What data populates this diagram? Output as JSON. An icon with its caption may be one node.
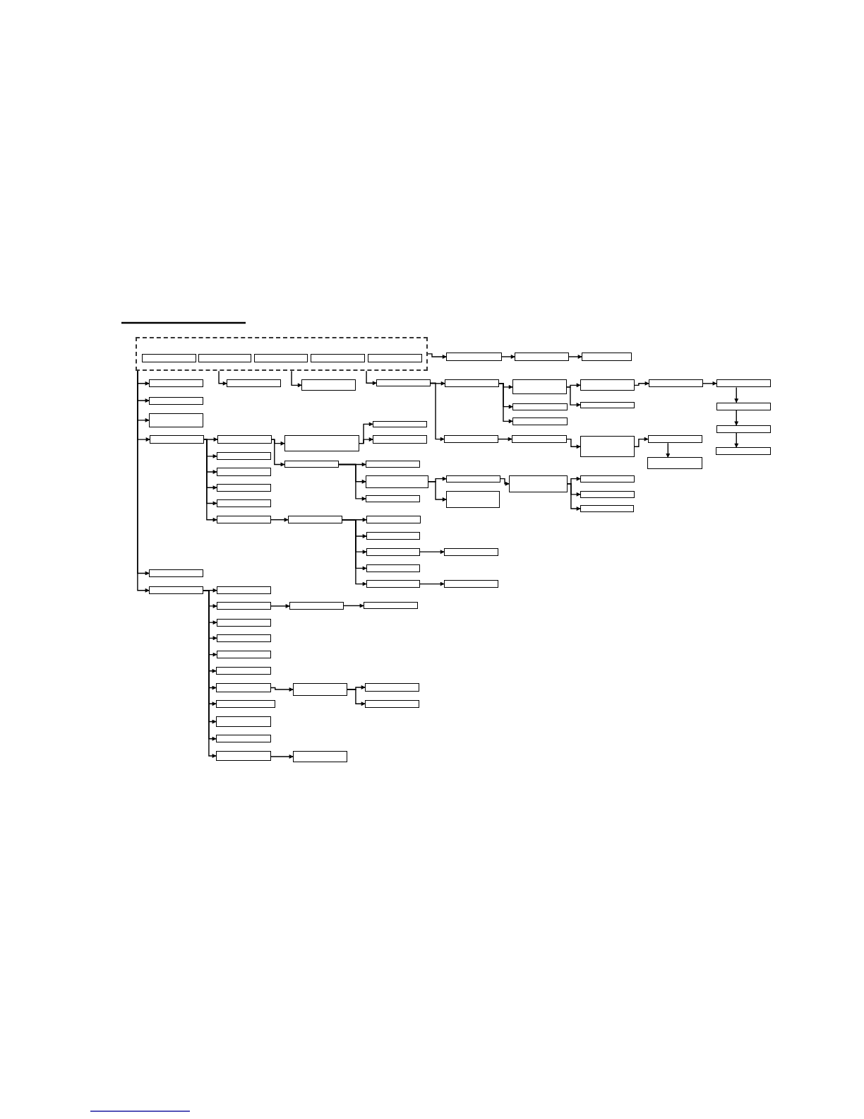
{
  "diagram": {
    "nodes": [
      {
        "text": [],
        "shape": "box"
      },
      {
        "text": [],
        "shape": "box",
        "in": 0
      },
      {
        "text": [],
        "shape": "box",
        "in": 0
      },
      {
        "text": [],
        "shape": "box",
        "in": 0
      },
      {
        "text": [],
        "shape": "box",
        "in": 0
      },
      {
        "text": [],
        "shape": "box",
        "in": 0
      },
      {
        "text": [],
        "shape": "box"
      },
      {
        "text": [],
        "shape": "box"
      },
      {
        "text": [],
        "shape": "box"
      },
      {
        "text": [],
        "shape": "box"
      },
      {
        "text": [],
        "shape": "box"
      },
      {
        "text": [],
        "shape": "box"
      },
      {
        "text": [],
        "shape": "box"
      },
      {
        "text": [],
        "shape": "box"
      },
      {
        "text": [],
        "shape": "box"
      },
      {
        "text": [],
        "shape": "box"
      },
      {
        "text": [],
        "shape": "box"
      },
      {
        "text": [],
        "shape": "box"
      },
      {
        "text": [],
        "shape": "box"
      },
      {
        "text": [],
        "shape": "box"
      },
      {
        "text": [],
        "shape": "box"
      },
      {
        "text": [],
        "shape": "box"
      },
      {
        "text": [],
        "shape": "box"
      },
      {
        "text": [],
        "shape": "box"
      },
      {
        "text": [],
        "shape": "box"
      },
      {
        "text": [],
        "shape": "box"
      },
      {
        "text": [],
        "shape": "box"
      },
      {
        "text": [],
        "shape": "box"
      },
      {
        "text": [],
        "shape": "box"
      },
      {
        "text": [],
        "shape": "box"
      },
      {
        "text": [],
        "shape": "box"
      },
      {
        "text": [],
        "shape": "box"
      },
      {
        "text": [],
        "shape": "box"
      },
      {
        "text": [],
        "shape": "box"
      },
      {
        "text": [],
        "shape": "box"
      },
      {
        "text": [],
        "shape": "box"
      },
      {
        "text": [],
        "shape": "box"
      },
      {
        "text": [],
        "shape": "box"
      },
      {
        "text": [],
        "shape": "box"
      },
      {
        "text": [],
        "shape": "box"
      },
      {
        "text": [],
        "shape": "box"
      },
      {
        "text": [],
        "shape": "box"
      },
      {
        "text": [],
        "shape": "box"
      },
      {
        "text": [],
        "shape": "box"
      },
      {
        "text": [],
        "shape": "box"
      },
      {
        "text": [],
        "shape": "box"
      },
      {
        "text": [],
        "shape": "box"
      },
      {
        "text": [],
        "shape": "box"
      },
      {
        "text": [],
        "shape": "box"
      },
      {
        "text": [],
        "shape": "box"
      },
      {
        "text": [],
        "shape": "box"
      },
      {
        "text": [],
        "shape": "box"
      },
      {
        "text": [],
        "shape": "box"
      },
      {
        "text": [],
        "shape": "box"
      },
      {
        "text": [],
        "shape": "box"
      },
      {
        "text": [],
        "shape": "box"
      },
      {
        "text": [],
        "shape": "box"
      },
      {
        "text": [],
        "shape": "box"
      },
      {
        "text": [],
        "shape": "box"
      },
      {
        "text": [],
        "shape": "box"
      },
      {
        "text": [],
        "shape": "box"
      },
      {
        "text": [],
        "shape": "box"
      },
      {
        "text": [],
        "shape": "box"
      },
      {
        "text": [],
        "shape": "box"
      },
      {
        "text": [],
        "shape": "box"
      },
      {
        "text": [],
        "shape": "box"
      },
      {
        "text": [],
        "shape": "box"
      },
      {
        "text": [],
        "shape": "box"
      },
      {
        "text": [],
        "shape": "box"
      },
      {
        "text": [],
        "shape": "box"
      },
      {
        "text": [],
        "shape": "box"
      },
      {
        "text": [],
        "shape": "box"
      },
      {
        "text": [],
        "shape": "box"
      },
      {
        "text": [],
        "shape": "box"
      },
      {
        "text": [],
        "shape": "box"
      },
      {
        "text": [],
        "shape": "box"
      },
      {
        "text": [],
        "shape": "box"
      },
      {
        "text": [],
        "shape": "box"
      }
    ],
    "edges": [
      {
        "from": 0,
        "to": 6,
        "arrow": "to"
      },
      {
        "from": 6,
        "to": 7,
        "arrow": "to"
      },
      {
        "from": 7,
        "to": 8,
        "arrow": "to"
      },
      {
        "from": 0,
        "to": 9,
        "arrow": "to"
      },
      {
        "from": 0,
        "to": 10,
        "arrow": "to"
      },
      {
        "from": 0,
        "to": 11,
        "arrow": "to"
      },
      {
        "from": 0,
        "to": 12,
        "arrow": "to"
      },
      {
        "from": 0,
        "to": 13,
        "arrow": "to"
      },
      {
        "from": 0,
        "to": 14,
        "arrow": "to"
      },
      {
        "from": 0,
        "to": 15,
        "arrow": "to"
      },
      {
        "from": 0,
        "to": 16,
        "arrow": "to"
      },
      {
        "from": 0,
        "to": 17,
        "arrow": "to"
      },
      {
        "from": 17,
        "to": 18,
        "arrow": "to"
      },
      {
        "from": 17,
        "to": 19,
        "arrow": "to"
      },
      {
        "from": 18,
        "to": 20,
        "arrow": "to"
      },
      {
        "from": 18,
        "to": 21,
        "arrow": "to"
      },
      {
        "from": 18,
        "to": 22,
        "arrow": "to"
      },
      {
        "from": 20,
        "to": 23,
        "arrow": "to"
      },
      {
        "from": 20,
        "to": 24,
        "arrow": "to"
      },
      {
        "from": 23,
        "to": 25,
        "arrow": "to"
      },
      {
        "from": 25,
        "to": 26,
        "arrow": "to"
      },
      {
        "from": 26,
        "to": 27,
        "arrow": "to"
      },
      {
        "from": 27,
        "to": 28,
        "arrow": "to"
      },
      {
        "from": 28,
        "to": 29,
        "arrow": "to"
      },
      {
        "from": 19,
        "to": 30,
        "arrow": "to"
      },
      {
        "from": 30,
        "to": 31,
        "arrow": "to"
      },
      {
        "from": 31,
        "to": 32,
        "arrow": "to"
      },
      {
        "from": 32,
        "to": 33,
        "arrow": "to"
      },
      {
        "from": 12,
        "to": 34,
        "arrow": "to"
      },
      {
        "from": 12,
        "to": 35,
        "arrow": "to"
      },
      {
        "from": 12,
        "to": 36,
        "arrow": "to"
      },
      {
        "from": 12,
        "to": 37,
        "arrow": "to"
      },
      {
        "from": 12,
        "to": 38,
        "arrow": "to"
      },
      {
        "from": 12,
        "to": 39,
        "arrow": "to"
      },
      {
        "from": 34,
        "to": 40,
        "arrow": "to"
      },
      {
        "from": 34,
        "to": 41,
        "arrow": "to"
      },
      {
        "from": 40,
        "to": 42,
        "arrow": "to"
      },
      {
        "from": 40,
        "to": 43,
        "arrow": "to"
      },
      {
        "from": 41,
        "to": 44,
        "arrow": "to"
      },
      {
        "from": 41,
        "to": 45,
        "arrow": "to"
      },
      {
        "from": 41,
        "to": 46,
        "arrow": "to"
      },
      {
        "from": 45,
        "to": 47,
        "arrow": "to"
      },
      {
        "from": 45,
        "to": 48,
        "arrow": "to"
      },
      {
        "from": 47,
        "to": 49,
        "arrow": "to"
      },
      {
        "from": 49,
        "to": 50,
        "arrow": "to"
      },
      {
        "from": 49,
        "to": 51,
        "arrow": "to"
      },
      {
        "from": 49,
        "to": 52,
        "arrow": "to"
      },
      {
        "from": 39,
        "to": 53,
        "arrow": "to"
      },
      {
        "from": 53,
        "to": 54,
        "arrow": "to"
      },
      {
        "from": 53,
        "to": 55,
        "arrow": "to"
      },
      {
        "from": 53,
        "to": 56,
        "arrow": "to"
      },
      {
        "from": 53,
        "to": 57,
        "arrow": "to"
      },
      {
        "from": 53,
        "to": 58,
        "arrow": "to"
      },
      {
        "from": 56,
        "to": 59,
        "arrow": "to"
      },
      {
        "from": 58,
        "to": 60,
        "arrow": "to"
      },
      {
        "from": 14,
        "to": 61,
        "arrow": "to"
      },
      {
        "from": 14,
        "to": 62,
        "arrow": "to"
      },
      {
        "from": 14,
        "to": 63,
        "arrow": "to"
      },
      {
        "from": 14,
        "to": 64,
        "arrow": "to"
      },
      {
        "from": 14,
        "to": 65,
        "arrow": "to"
      },
      {
        "from": 14,
        "to": 66,
        "arrow": "to"
      },
      {
        "from": 14,
        "to": 67,
        "arrow": "to"
      },
      {
        "from": 14,
        "to": 68,
        "arrow": "to"
      },
      {
        "from": 14,
        "to": 69,
        "arrow": "to"
      },
      {
        "from": 14,
        "to": 70,
        "arrow": "to"
      },
      {
        "from": 14,
        "to": 71,
        "arrow": "to"
      },
      {
        "from": 62,
        "to": 72,
        "arrow": "to"
      },
      {
        "from": 72,
        "to": 73,
        "arrow": "to"
      },
      {
        "from": 67,
        "to": 74,
        "arrow": "to"
      },
      {
        "from": 74,
        "to": 75,
        "arrow": "to"
      },
      {
        "from": 74,
        "to": 76,
        "arrow": "to"
      },
      {
        "from": 71,
        "to": 77,
        "arrow": "to"
      }
    ]
  }
}
